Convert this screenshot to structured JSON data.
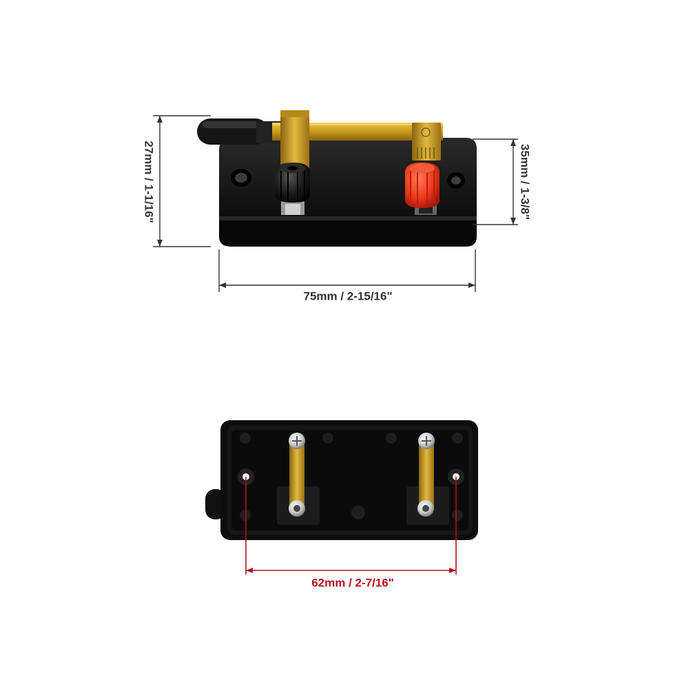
{
  "image": {
    "top_view": {
      "label": "Knife switch top view",
      "height_dimension": "27mm / 1-1/16\"",
      "base_height_dimension": "35mm / 1-3/8\"",
      "width_dimension": "75mm / 2-15/16\""
    },
    "bottom_view": {
      "label": "Knife switch bottom view",
      "hole_spacing_dimension": "62mm / 2-7/16\""
    },
    "colors": {
      "base": "#111111",
      "brass": "#c99a1e",
      "red_terminal": "#f03a1c",
      "dimension_line": "#333333",
      "red_dimension": "#b3121b"
    }
  }
}
